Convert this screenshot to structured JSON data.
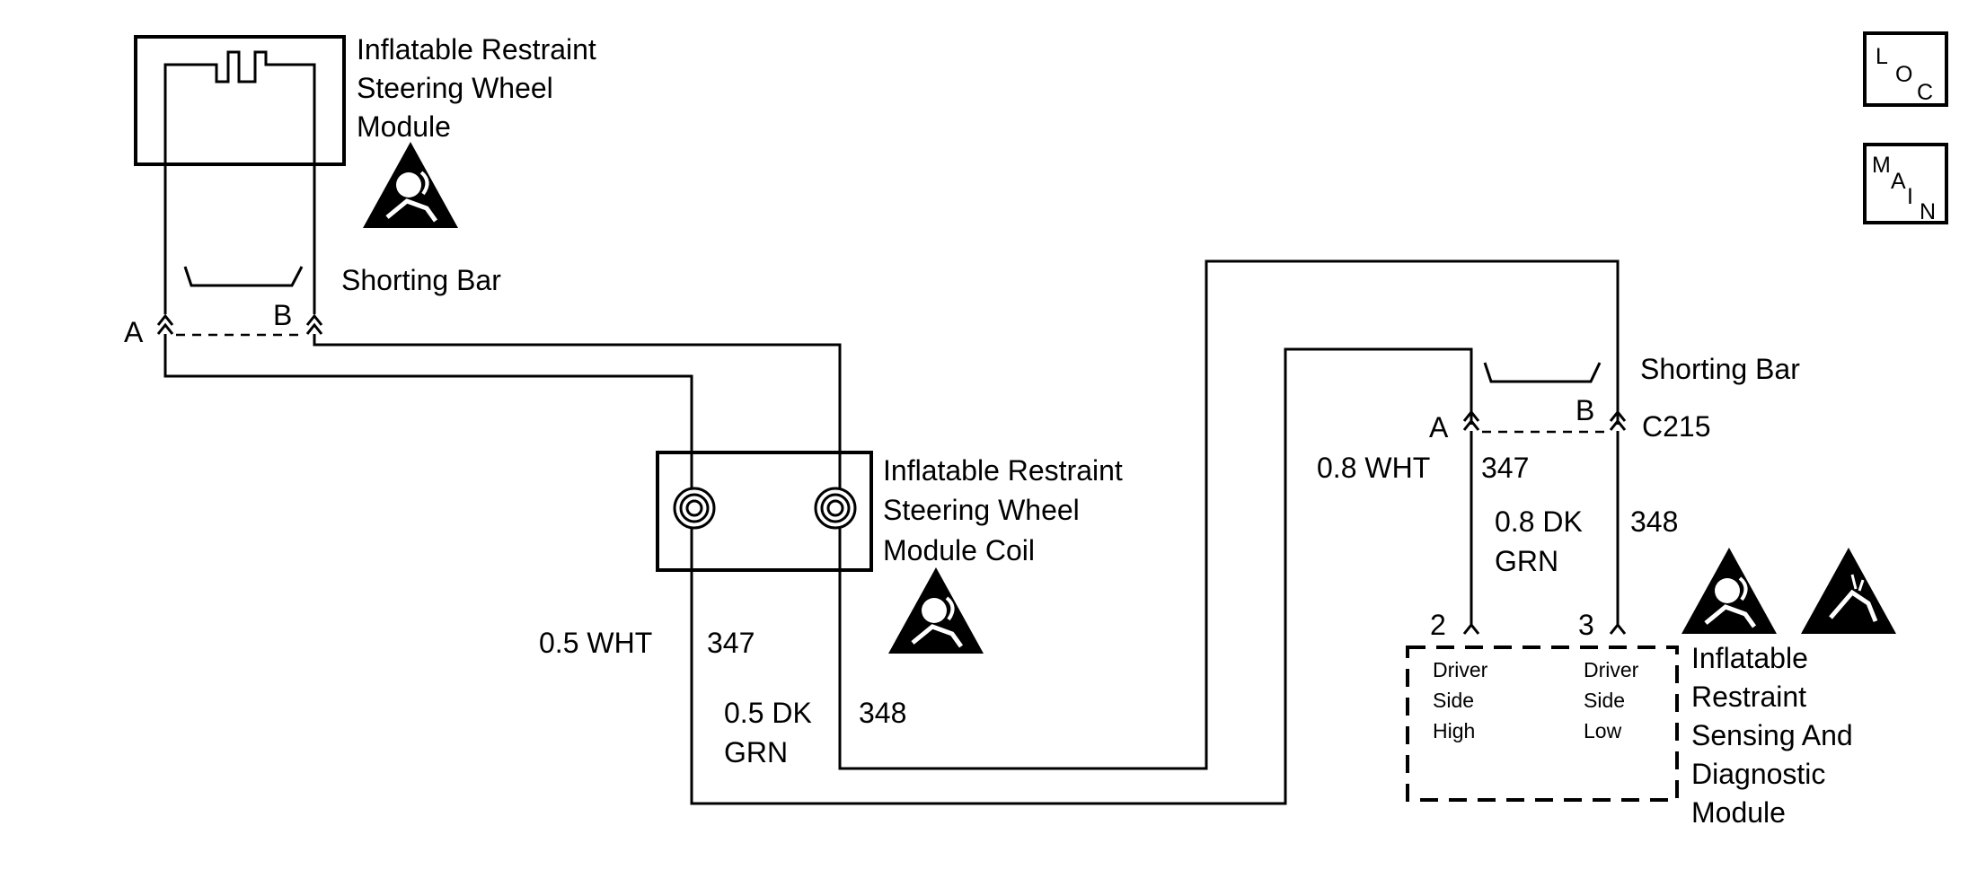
{
  "icons": {
    "loc": [
      "L",
      "O",
      "C"
    ],
    "main": [
      "M",
      "A",
      "I",
      "N"
    ]
  },
  "steering_wheel_module": {
    "label_lines": [
      "Inflatable Restraint",
      "Steering Wheel",
      "Module"
    ],
    "shorting_bar": "Shorting Bar",
    "terminal_a": "A",
    "terminal_b": "B"
  },
  "module_coil": {
    "label_lines": [
      "Inflatable Restraint",
      "Steering Wheel",
      "Module Coil"
    ]
  },
  "wires": {
    "w347_lower": {
      "size_color": "0.5 WHT",
      "circuit": "347"
    },
    "w348_lower": {
      "size_color_lines": [
        "0.5 DK",
        "GRN"
      ],
      "circuit": "348"
    },
    "w347_upper": {
      "size_color": "0.8 WHT",
      "circuit": "347"
    },
    "w348_upper": {
      "size_color_lines": [
        "0.8 DK",
        "GRN"
      ],
      "circuit": "348"
    }
  },
  "connector_c215": {
    "name": "C215",
    "shorting_bar": "Shorting Bar",
    "terminal_a": "A",
    "terminal_b": "B"
  },
  "sdm": {
    "label_lines": [
      "Inflatable",
      "Restraint",
      "Sensing And",
      "Diagnostic",
      "Module"
    ],
    "pin_high": "2",
    "pin_low": "3",
    "high_lines": [
      "Driver",
      "Side",
      "High"
    ],
    "low_lines": [
      "Driver",
      "Side",
      "Low"
    ]
  },
  "symbols": [
    "airbag-warning-icon",
    "esd-warning-icon"
  ]
}
